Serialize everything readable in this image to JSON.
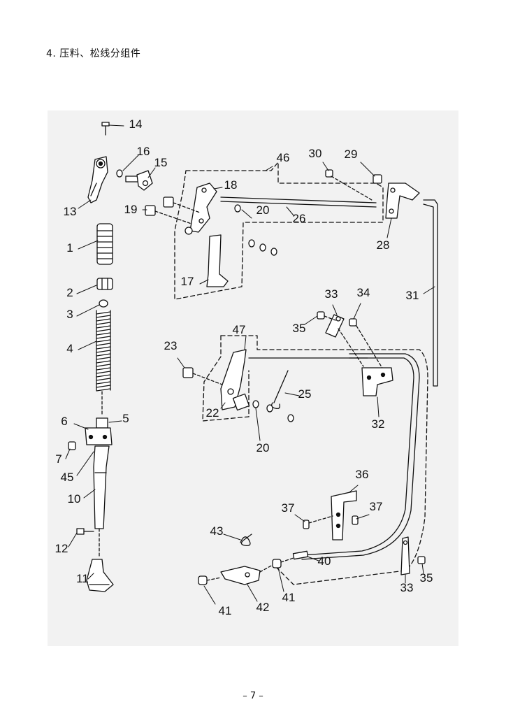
{
  "section_title": "4. 压料、松线分组件",
  "page_number": "– 7 –",
  "callouts": [
    {
      "id": "c14",
      "label": "14"
    },
    {
      "id": "c16",
      "label": "16"
    },
    {
      "id": "c15",
      "label": "15"
    },
    {
      "id": "c13",
      "label": "13"
    },
    {
      "id": "c46",
      "label": "46"
    },
    {
      "id": "c30",
      "label": "30"
    },
    {
      "id": "c29",
      "label": "29"
    },
    {
      "id": "c18",
      "label": "18"
    },
    {
      "id": "c19",
      "label": "19"
    },
    {
      "id": "c20a",
      "label": "20"
    },
    {
      "id": "c26",
      "label": "26"
    },
    {
      "id": "c28",
      "label": "28"
    },
    {
      "id": "c1",
      "label": "1"
    },
    {
      "id": "c17",
      "label": "17"
    },
    {
      "id": "c2",
      "label": "2"
    },
    {
      "id": "c3",
      "label": "3"
    },
    {
      "id": "c31",
      "label": "31"
    },
    {
      "id": "c33a",
      "label": "33"
    },
    {
      "id": "c34",
      "label": "34"
    },
    {
      "id": "c35a",
      "label": "35"
    },
    {
      "id": "c47",
      "label": "47"
    },
    {
      "id": "c4",
      "label": "4"
    },
    {
      "id": "c23",
      "label": "23"
    },
    {
      "id": "c25",
      "label": "25"
    },
    {
      "id": "c22",
      "label": "22"
    },
    {
      "id": "c32",
      "label": "32"
    },
    {
      "id": "c6",
      "label": "6"
    },
    {
      "id": "c5",
      "label": "5"
    },
    {
      "id": "c20b",
      "label": "20"
    },
    {
      "id": "c7",
      "label": "7"
    },
    {
      "id": "c45",
      "label": "45"
    },
    {
      "id": "c36",
      "label": "36"
    },
    {
      "id": "c10",
      "label": "10"
    },
    {
      "id": "c37a",
      "label": "37"
    },
    {
      "id": "c37b",
      "label": "37"
    },
    {
      "id": "c43",
      "label": "43"
    },
    {
      "id": "c12",
      "label": "12"
    },
    {
      "id": "c40",
      "label": "40"
    },
    {
      "id": "c11",
      "label": "11"
    },
    {
      "id": "c33b",
      "label": "33"
    },
    {
      "id": "c35b",
      "label": "35"
    },
    {
      "id": "c41a",
      "label": "41"
    },
    {
      "id": "c42",
      "label": "42"
    },
    {
      "id": "c41b",
      "label": "41"
    }
  ]
}
